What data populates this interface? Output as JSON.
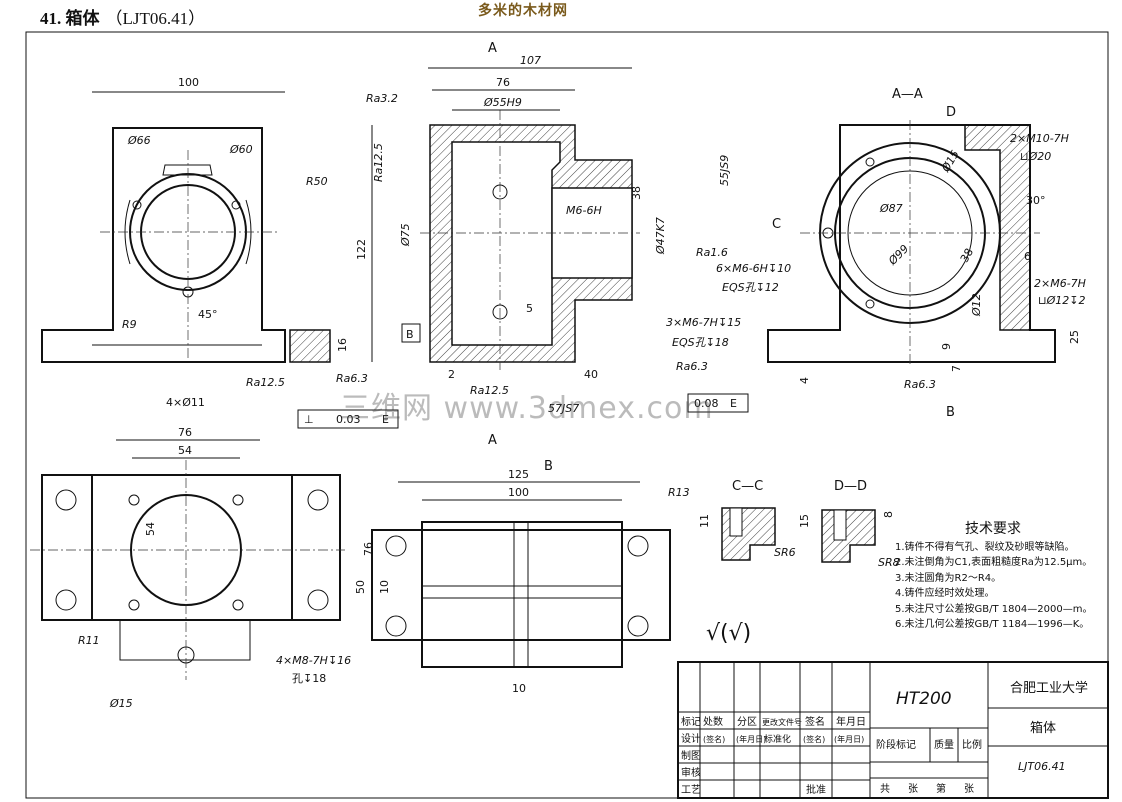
{
  "header": {
    "title": "41. 箱体",
    "code": "（LJT06.41）"
  },
  "watermark_top": "多米的木材网",
  "watermark_mid": "三维网 www.3dmex.com",
  "views": {
    "front": {
      "dims": [
        "100",
        "Ø66",
        "Ø60",
        "R50",
        "R9",
        "45°",
        "4×Ø11",
        "Ra12.5",
        "Ra6.3",
        "0.03",
        "E"
      ]
    },
    "section_aa": {
      "title": "A",
      "dims": [
        "107",
        "76",
        "Ø55H9",
        "Ra3.2",
        "Ra12.5",
        "122",
        "Ø75",
        "M6-6H",
        "38",
        "55JS9",
        "Ø47K7",
        "Ra1.6",
        "6×M6-6H↧10",
        "EQS孔↧12",
        "3×M6-7H↧15",
        "EQS孔↧18",
        "5",
        "2",
        "40",
        "Ra12.5",
        "57JS7",
        "Ra6.3",
        "0.08",
        "E",
        "16",
        "B"
      ]
    },
    "side": {
      "title": "A—A",
      "dims": [
        "D",
        "2×M10-7H",
        "⊔Ø20",
        "30°",
        "Ø15",
        "Ø87",
        "Ø99",
        "38",
        "6",
        "C",
        "2×M6-7H",
        "⊔Ø12↧2",
        "Ø12",
        "9",
        "7",
        "25",
        "4",
        "Ra6.3",
        "B"
      ]
    },
    "top": {
      "dims": [
        "76",
        "54",
        "54",
        "76",
        "R11",
        "Ø15",
        "4×M8-7H↧16",
        "孔↧18"
      ]
    },
    "bottom": {
      "title": "B",
      "dims": [
        "125",
        "100",
        "R13",
        "50",
        "10",
        "10"
      ]
    },
    "cc": {
      "title": "C—C",
      "dims": [
        "11",
        "SR6"
      ]
    },
    "dd": {
      "title": "D—D",
      "dims": [
        "15",
        "8",
        "SR8"
      ]
    },
    "roughness": "√(√)"
  },
  "tech_req": {
    "heading": "技术要求",
    "items": [
      "1.铸件不得有气孔、裂纹及砂眼等缺陷。",
      "2.未注倒角为C1,表面粗糙度Ra为12.5μm。",
      "3.未注圆角为R2～R4。",
      "4.铸件应经时效处理。",
      "5.未注尺寸公差按GB/T 1804—2000—m。",
      "6.未注几何公差按GB/T 1184—1996—K。"
    ]
  },
  "title_block": {
    "material": "HT200",
    "school": "合肥工业大学",
    "part": "箱体",
    "drawing_no": "LJT06.41",
    "row1": [
      "标记",
      "处数",
      "分区",
      "更改文件号",
      "签名",
      "年月日"
    ],
    "row2": [
      "设计",
      "(签名)",
      "(年月日)",
      "标准化",
      "(签名)",
      "(年月日)"
    ],
    "row3": "制图",
    "row4": "审核",
    "row5": "工艺",
    "approve": "批准",
    "cols": [
      "阶段标记",
      "质量",
      "比例"
    ],
    "sheet": [
      "共",
      "张",
      "第",
      "张"
    ]
  }
}
